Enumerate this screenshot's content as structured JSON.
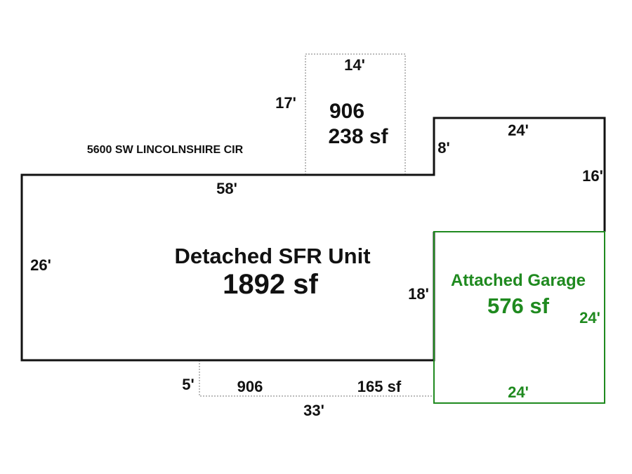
{
  "address": "5600 SW LINCOLNSHIRE CIR",
  "colors": {
    "outline": "#111111",
    "garage": "#1f8a1f",
    "dotted": "#777777"
  },
  "main_unit": {
    "title": "Detached SFR Unit",
    "area": "1892 sf",
    "dim_top": "58'",
    "dim_left": "26'",
    "dim_right": "18'"
  },
  "upper_wing": {
    "dim_top": "24'",
    "dim_left": "8'",
    "dim_right": "16'"
  },
  "top_addition": {
    "code": "906",
    "area": "238 sf",
    "dim_top": "14'",
    "dim_left": "17'"
  },
  "bottom_addition": {
    "code": "906",
    "area": "165 sf",
    "dim_left": "5'",
    "dim_bottom": "33'"
  },
  "garage": {
    "title": "Attached Garage",
    "area": "576 sf",
    "dim_right": "24'",
    "dim_bottom": "24'"
  }
}
